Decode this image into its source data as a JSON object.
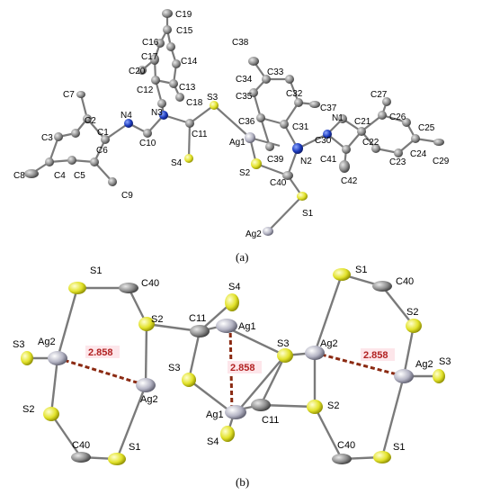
{
  "panels": [
    {
      "caption": "(a)"
    },
    {
      "caption": "(b)"
    }
  ],
  "panel_a_atoms": {
    "C19": "C19",
    "C16": "C16",
    "C15": "C15",
    "C17": "C17",
    "C14": "C14",
    "C20": "C20",
    "C12": "C12",
    "C13": "C13",
    "C18": "C18",
    "C38": "C38",
    "C34": "C34",
    "C33": "C33",
    "C35": "C35",
    "C32": "C32",
    "C37": "C37",
    "C36": "C36",
    "C31": "C31",
    "C39": "C39",
    "C7": "C7",
    "C2": "C2",
    "C1": "C1",
    "C3": "C3",
    "C4": "C4",
    "C5": "C5",
    "C6": "C6",
    "C8": "C8",
    "C9": "C9",
    "N4": "N4",
    "N3": "N3",
    "C10": "C10",
    "C11": "C11",
    "S3": "S3",
    "S4": "S4",
    "Ag1": "Ag1",
    "S2": "S2",
    "N2": "N2",
    "C40": "C40",
    "S1": "S1",
    "Ag2": "Ag2",
    "N1": "N1",
    "C30": "C30",
    "C41": "C41",
    "C42": "C42",
    "C21": "C21",
    "C22": "C22",
    "C23": "C23",
    "C24": "C24",
    "C25": "C25",
    "C26": "C26",
    "C27": "C27",
    "C29": "C29"
  },
  "panel_b_atoms": {
    "S1a": "S1",
    "C40a": "C40",
    "S2a": "S2",
    "S3a": "S3",
    "Ag2a": "Ag2",
    "Ag2b": "Ag2",
    "S2b": "S2",
    "C40b": "C40",
    "S1b": "S1",
    "S4a": "S4",
    "C11a": "C11",
    "Ag1a": "Ag1",
    "S3b": "S3",
    "S3c": "S3",
    "Ag1b": "Ag1",
    "C11b": "C11",
    "S4b": "S4",
    "S1c": "S1",
    "C40c": "C40",
    "S2c": "S2",
    "Ag2c": "Ag2",
    "Ag2d": "Ag2",
    "S3d": "S3",
    "S2d": "S2",
    "C40d": "C40",
    "S1d": "S1"
  },
  "distances": {
    "left": "2.858",
    "center": "2.858",
    "right": "2.858"
  },
  "colors": {
    "carbon": "#8a8a8a",
    "nitrogen": "#1f3fbf",
    "sulfur": "#e0e030",
    "silver": "#b8b8c8",
    "bond": "#7a7a7a",
    "contact": "#8b2a12"
  }
}
